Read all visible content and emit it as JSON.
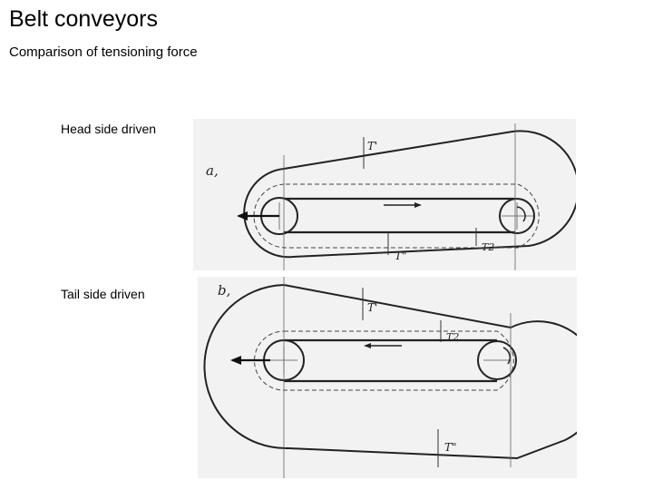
{
  "slide": {
    "title": "Belt conveyors",
    "subtitle": "Comparison of tensioning force"
  },
  "figures": [
    {
      "label": "Head side driven",
      "panel_letter": "a,",
      "tension_labels": {
        "slack_side": "T'",
        "tight_side": "T\"",
        "t2": "T2"
      }
    },
    {
      "label": "Tail side driven",
      "panel_letter": "b,",
      "tension_labels": {
        "slack_side": "T'",
        "tight_side": "T\"",
        "t2": "T2"
      }
    }
  ]
}
